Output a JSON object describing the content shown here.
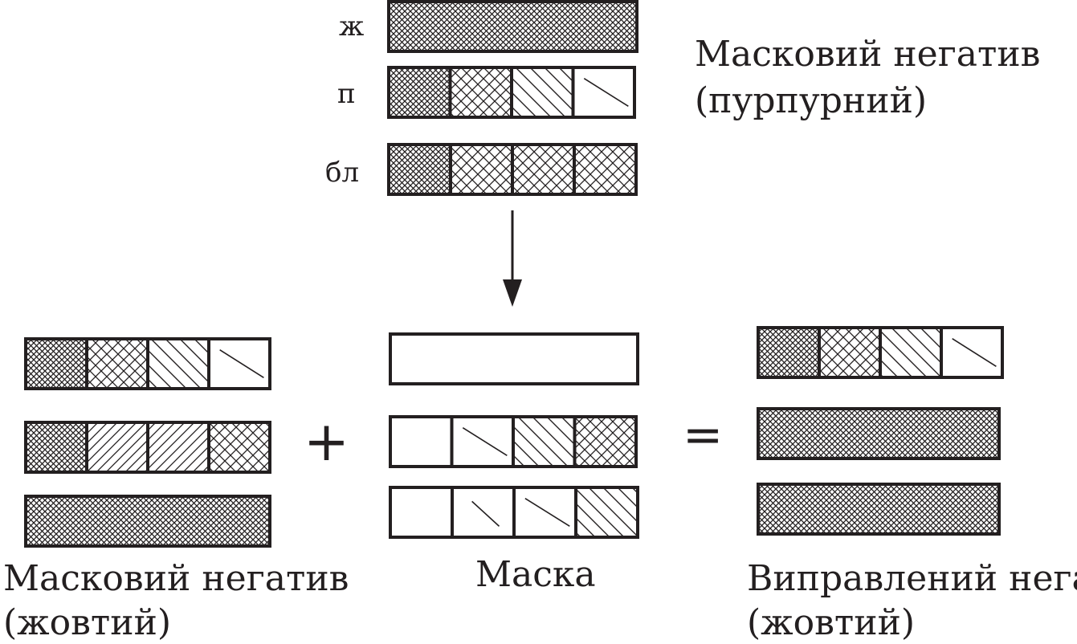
{
  "top": {
    "row_labels": [
      "ж",
      "п",
      "бл"
    ],
    "title_line1": "Масковий негатив",
    "title_line2": "(пурпурний)"
  },
  "left": {
    "caption_line1": "Масковий негатив",
    "caption_line2": "(жовтий)"
  },
  "middle": {
    "caption": "Маска"
  },
  "right": {
    "caption_line1": "Виправлений негатив",
    "caption_line2": "(жовтий)"
  },
  "operators": {
    "plus": "+",
    "equals": "="
  },
  "patterns_legend": {
    "dense": "dense-crosshatch",
    "cross": "crosshatch",
    "hatch": "diagonal-hatch",
    "single": "single-diagonal-line",
    "empty": "empty"
  },
  "bars": {
    "top_zh": [
      [
        "dense"
      ]
    ],
    "top_p": [
      [
        "dense",
        "cross",
        "hatch",
        "single"
      ]
    ],
    "top_bl": [
      [
        "dense",
        "cross",
        "cross",
        "cross"
      ]
    ],
    "left_1": [
      [
        "dense",
        "cross",
        "hatch",
        "single"
      ]
    ],
    "left_2": [
      [
        "dense",
        "hatchL",
        "hatchL",
        "cross"
      ]
    ],
    "left_3": [
      [
        "dense"
      ]
    ],
    "mid_1": [
      [
        "empty"
      ]
    ],
    "mid_2": [
      [
        "empty",
        "single",
        "hatch2",
        "cross"
      ]
    ],
    "mid_3": [
      [
        "empty",
        "singleS",
        "single",
        "hatch"
      ]
    ],
    "right_1": [
      [
        "dense",
        "cross",
        "hatch",
        "single"
      ]
    ],
    "right_2": [
      [
        "dense"
      ]
    ],
    "right_3": [
      [
        "dense"
      ]
    ]
  }
}
